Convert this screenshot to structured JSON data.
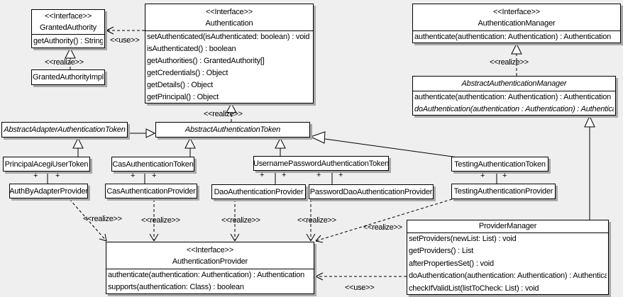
{
  "colors": {
    "background": "#efefef",
    "box_fill": "#ffffff",
    "line": "#000000",
    "shadow": "#a8a8a8"
  },
  "labels": {
    "use": "<<use>>",
    "realize": "<<realize>>",
    "plus": "+"
  },
  "classes": {
    "granted_authority": {
      "stereotype": "<<Interface>>",
      "name": "GrantedAuthority",
      "methods": [
        "getAuthority() : String"
      ]
    },
    "granted_authority_impl": {
      "name": "GrantedAuthorityImpl"
    },
    "authentication": {
      "stereotype": "<<Interface>>",
      "name": "Authentication",
      "methods": [
        "setAuthenticated(isAuthenticated: boolean) : void",
        "isAuthenticated() : boolean",
        "getAuthorities() : GrantedAuthority[]",
        "getCredentials() : Object",
        "getDetails() : Object",
        "getPrincipal() : Object"
      ]
    },
    "authentication_manager": {
      "stereotype": "<<Interface>>",
      "name": "AuthenticationManager",
      "methods": [
        "authenticate(authentication: Authentication) : Authentication"
      ]
    },
    "abstract_authentication_manager": {
      "name": "AbstractAuthenticationManager",
      "methods": [
        "authenticate(authentication: Authentication) : Authentication",
        "doAuthentication(authentication : Authentication) : Authentication"
      ]
    },
    "abstract_adapter_authentication_token": {
      "name": "AbstractAdapterAuthenticationToken"
    },
    "abstract_authentication_token": {
      "name": "AbstractAuthenticationToken"
    },
    "principal_acegi_user_token": {
      "name": "PrincipalAcegiUserToken"
    },
    "cas_authentication_token": {
      "name": "CasAuthenticationToken"
    },
    "username_password_authentication_token": {
      "name": "UsernamePasswordAuthenticationToken"
    },
    "testing_authentication_token": {
      "name": "TestingAuthenticationToken"
    },
    "auth_by_adapter_provider": {
      "name": "AuthByAdapterProvider"
    },
    "cas_authentication_provider": {
      "name": "CasAuthenticationProvider"
    },
    "dao_authentication_provider": {
      "name": "DaoAuthenticationProvider"
    },
    "password_dao_authentication_provider": {
      "name": "PasswordDaoAuthenticationProvider"
    },
    "testing_authentication_provider": {
      "name": "TestingAuthenticationProvider"
    },
    "authentication_provider": {
      "stereotype": "<<Interface>>",
      "name": "AuthenticationProvider",
      "methods": [
        "authenticate(authentication: Authentication) : Authentication",
        "supports(authentication: Class) : boolean"
      ]
    },
    "provider_manager": {
      "name": "ProviderManager",
      "methods": [
        "setProviders(newList: List) : void",
        "getProviders() : List",
        "afterPropertiesSet() : void",
        "doAuthentication(authentication: Authentication) : Authentication",
        "checkIfValidList(listToCheck: List) : void"
      ]
    }
  }
}
